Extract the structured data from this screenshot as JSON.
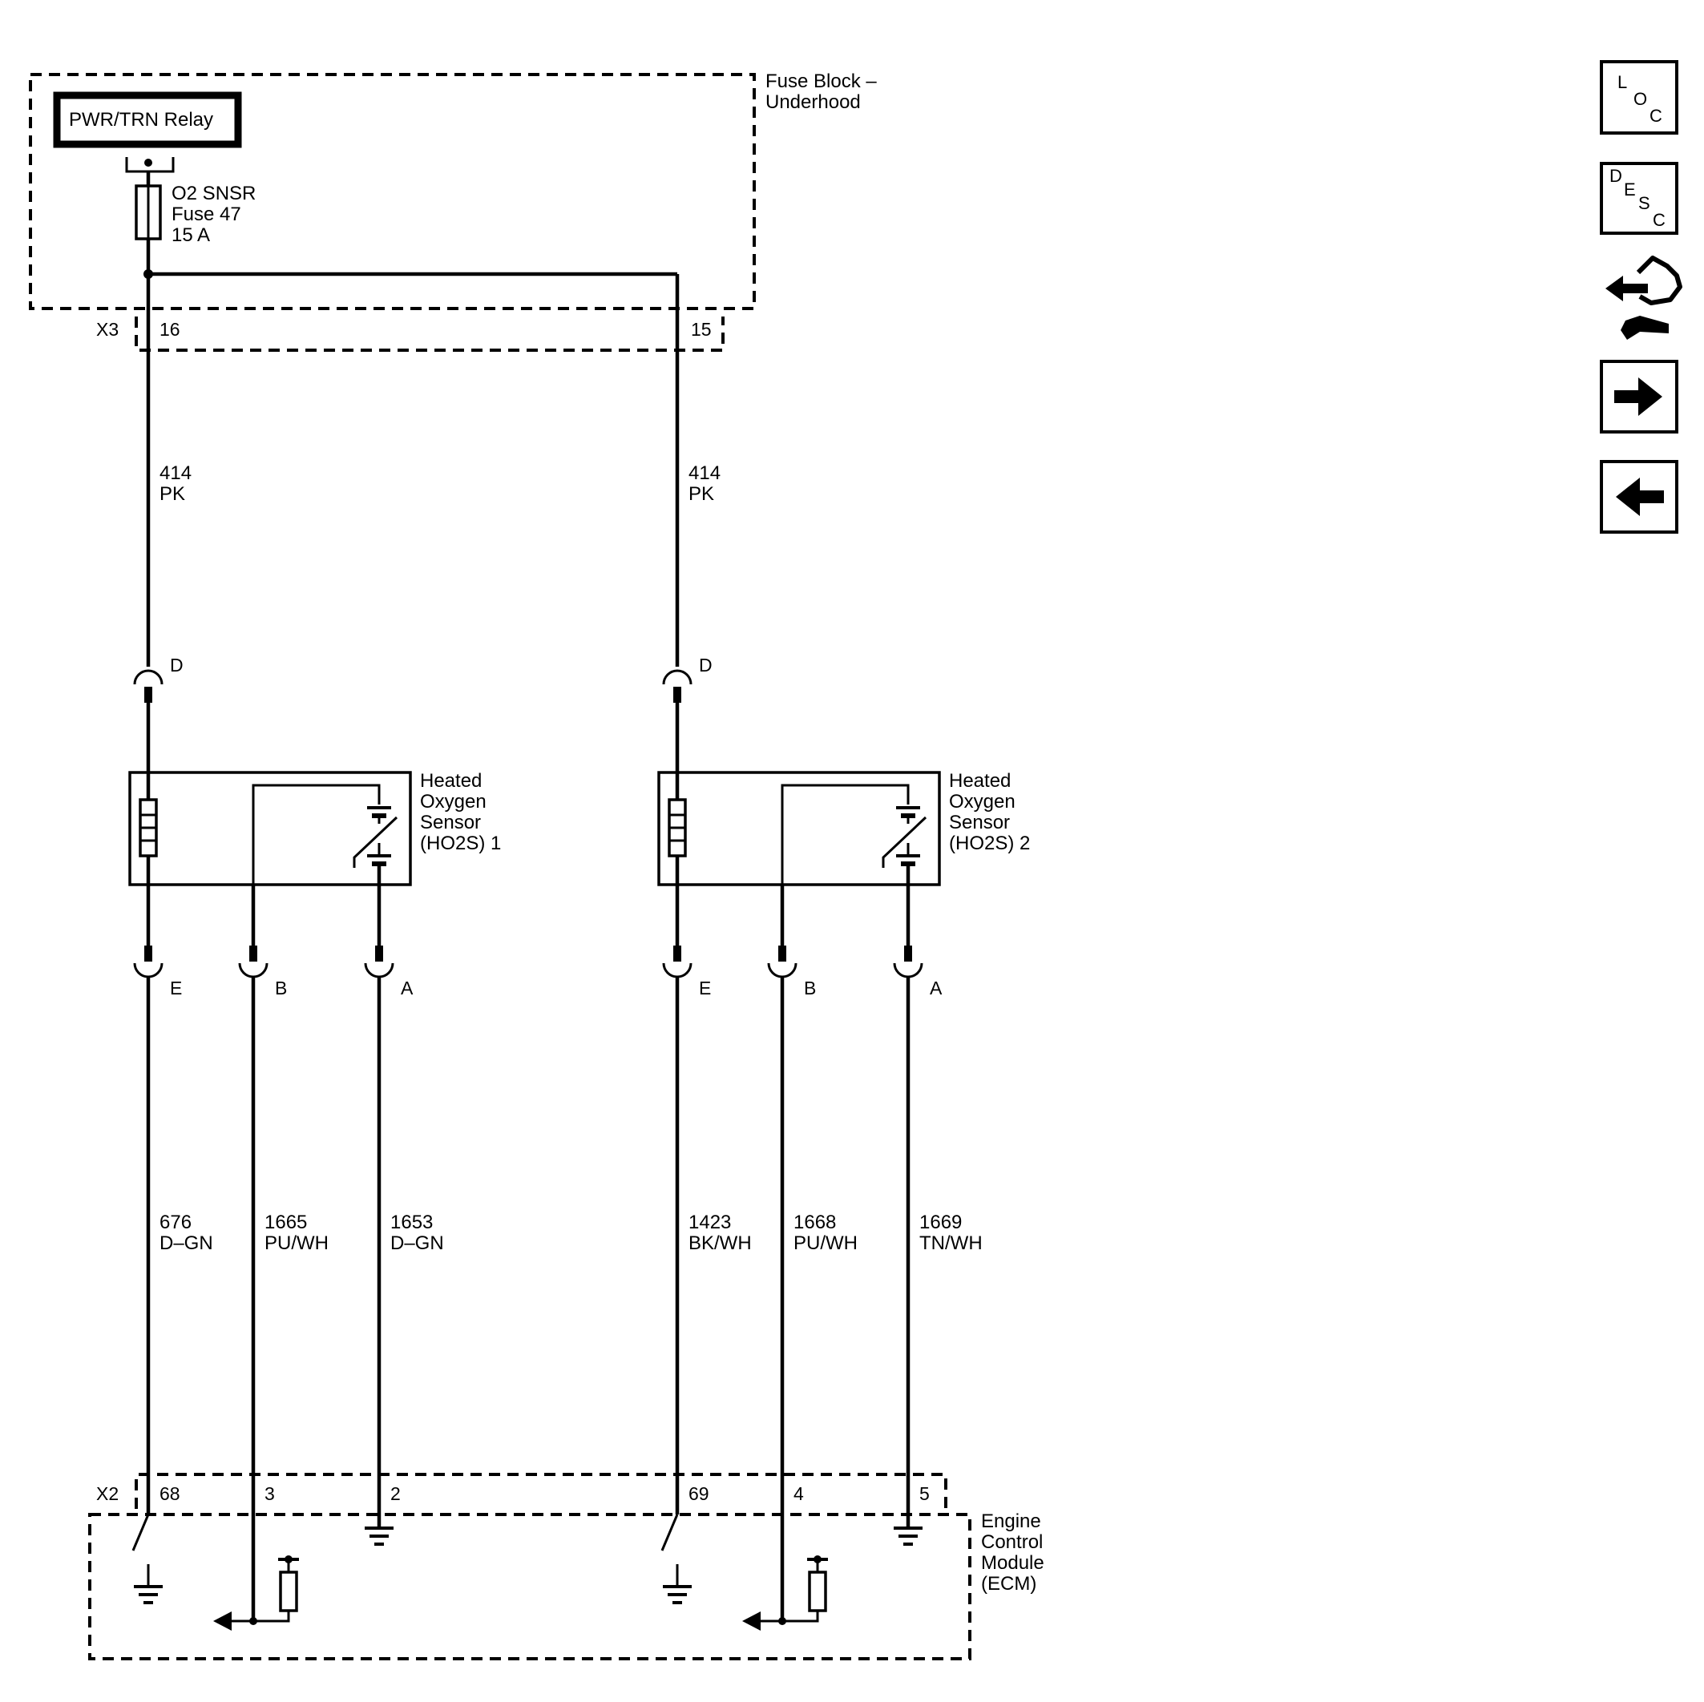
{
  "fuse_block": {
    "label_line1": "Fuse Block –",
    "label_line2": "Underhood",
    "relay_label": "PWR/TRN Relay",
    "fuse_line1": "O2 SNSR",
    "fuse_line2": "Fuse 47",
    "fuse_line3": "15 A"
  },
  "connector_x3": {
    "name": "X3",
    "pin_left": "16",
    "pin_right": "15"
  },
  "circuits_top": [
    {
      "number": "414",
      "color": "PK"
    },
    {
      "number": "414",
      "color": "PK"
    }
  ],
  "sensors": [
    {
      "line1": "Heated",
      "line2": "Oxygen",
      "line3": "Sensor",
      "line4": "(HO2S) 1",
      "pin_top": "D",
      "pin_e": "E",
      "pin_b": "B",
      "pin_a": "A"
    },
    {
      "line1": "Heated",
      "line2": "Oxygen",
      "line3": "Sensor",
      "line4": "(HO2S) 2",
      "pin_top": "D",
      "pin_e": "E",
      "pin_b": "B",
      "pin_a": "A"
    }
  ],
  "circuits_bottom": [
    {
      "number": "676",
      "color": "D–GN"
    },
    {
      "number": "1665",
      "color": "PU/WH"
    },
    {
      "number": "1653",
      "color": "D–GN"
    },
    {
      "number": "1423",
      "color": "BK/WH"
    },
    {
      "number": "1668",
      "color": "PU/WH"
    },
    {
      "number": "1669",
      "color": "TN/WH"
    }
  ],
  "connector_x2": {
    "name": "X2",
    "pins": [
      "68",
      "3",
      "2",
      "69",
      "4",
      "5"
    ]
  },
  "ecm": {
    "line1": "Engine",
    "line2": "Control",
    "line3": "Module",
    "line4": "(ECM)"
  },
  "nav": {
    "loc": {
      "l1": "L",
      "l2": "O",
      "l3": "C"
    },
    "desc": {
      "l1": "D",
      "l2": "E",
      "l3": "S",
      "l4": "C"
    }
  }
}
